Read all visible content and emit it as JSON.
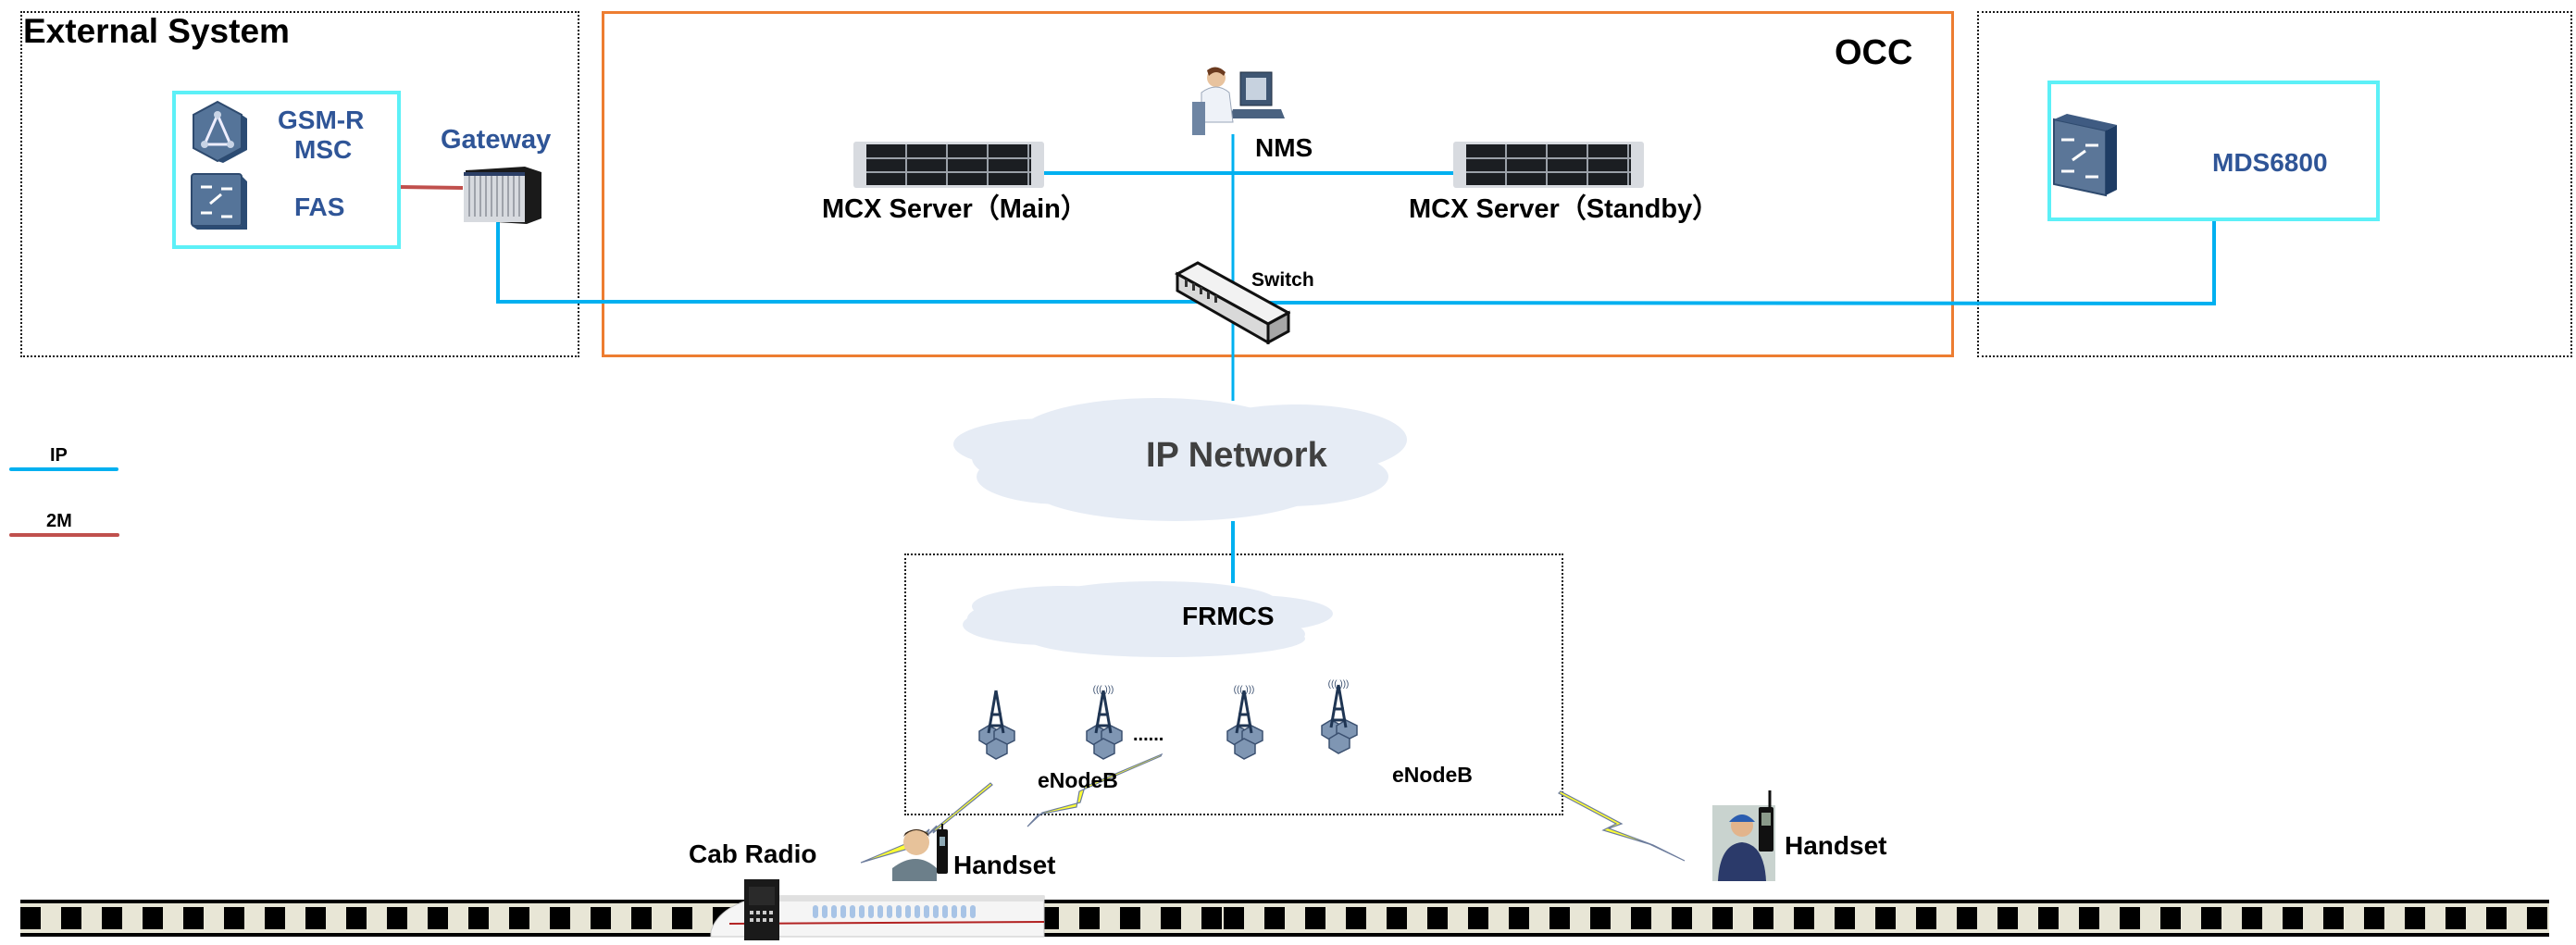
{
  "zones": {
    "external_system": {
      "title": "External System"
    },
    "occ": {
      "title": "OCC"
    },
    "dispatch": {
      "title": ""
    },
    "frmcs_area": {
      "title": ""
    }
  },
  "external": {
    "msc_label_line1": "GSM-R",
    "msc_label_line2": "MSC",
    "fas_label": "FAS",
    "gateway_label": "Gateway"
  },
  "occ": {
    "nms_label": "NMS",
    "server_main_label": "MCX Server（Main）",
    "server_standby_label": "MCX Server（Standby）",
    "switch_label": "Switch"
  },
  "dispatch": {
    "mds_label": "MDS6800"
  },
  "network": {
    "ip_network_label": "IP Network",
    "frmcs_label": "FRMCS",
    "enodeb_label_left": "eNodeB",
    "enodeb_label_right": "eNodeB",
    "ellipsis": "......"
  },
  "terminals": {
    "cab_radio_label": "Cab Radio",
    "handset_label_1": "Handset",
    "handset_label_2": "Handset"
  },
  "legend": {
    "items": [
      {
        "label": "IP",
        "color": "#00b0f0"
      },
      {
        "label": "2M",
        "color": "#c0504d"
      }
    ]
  },
  "colors": {
    "ip_link": "#00b0f0",
    "e1_link": "#c0504d",
    "occ_border": "#ed7d31",
    "highlight_box": "#5cf0f7",
    "label_blue": "#2f5597",
    "cloud_fill": "#e6ecf5",
    "radio_bolt": "#ffff33"
  }
}
